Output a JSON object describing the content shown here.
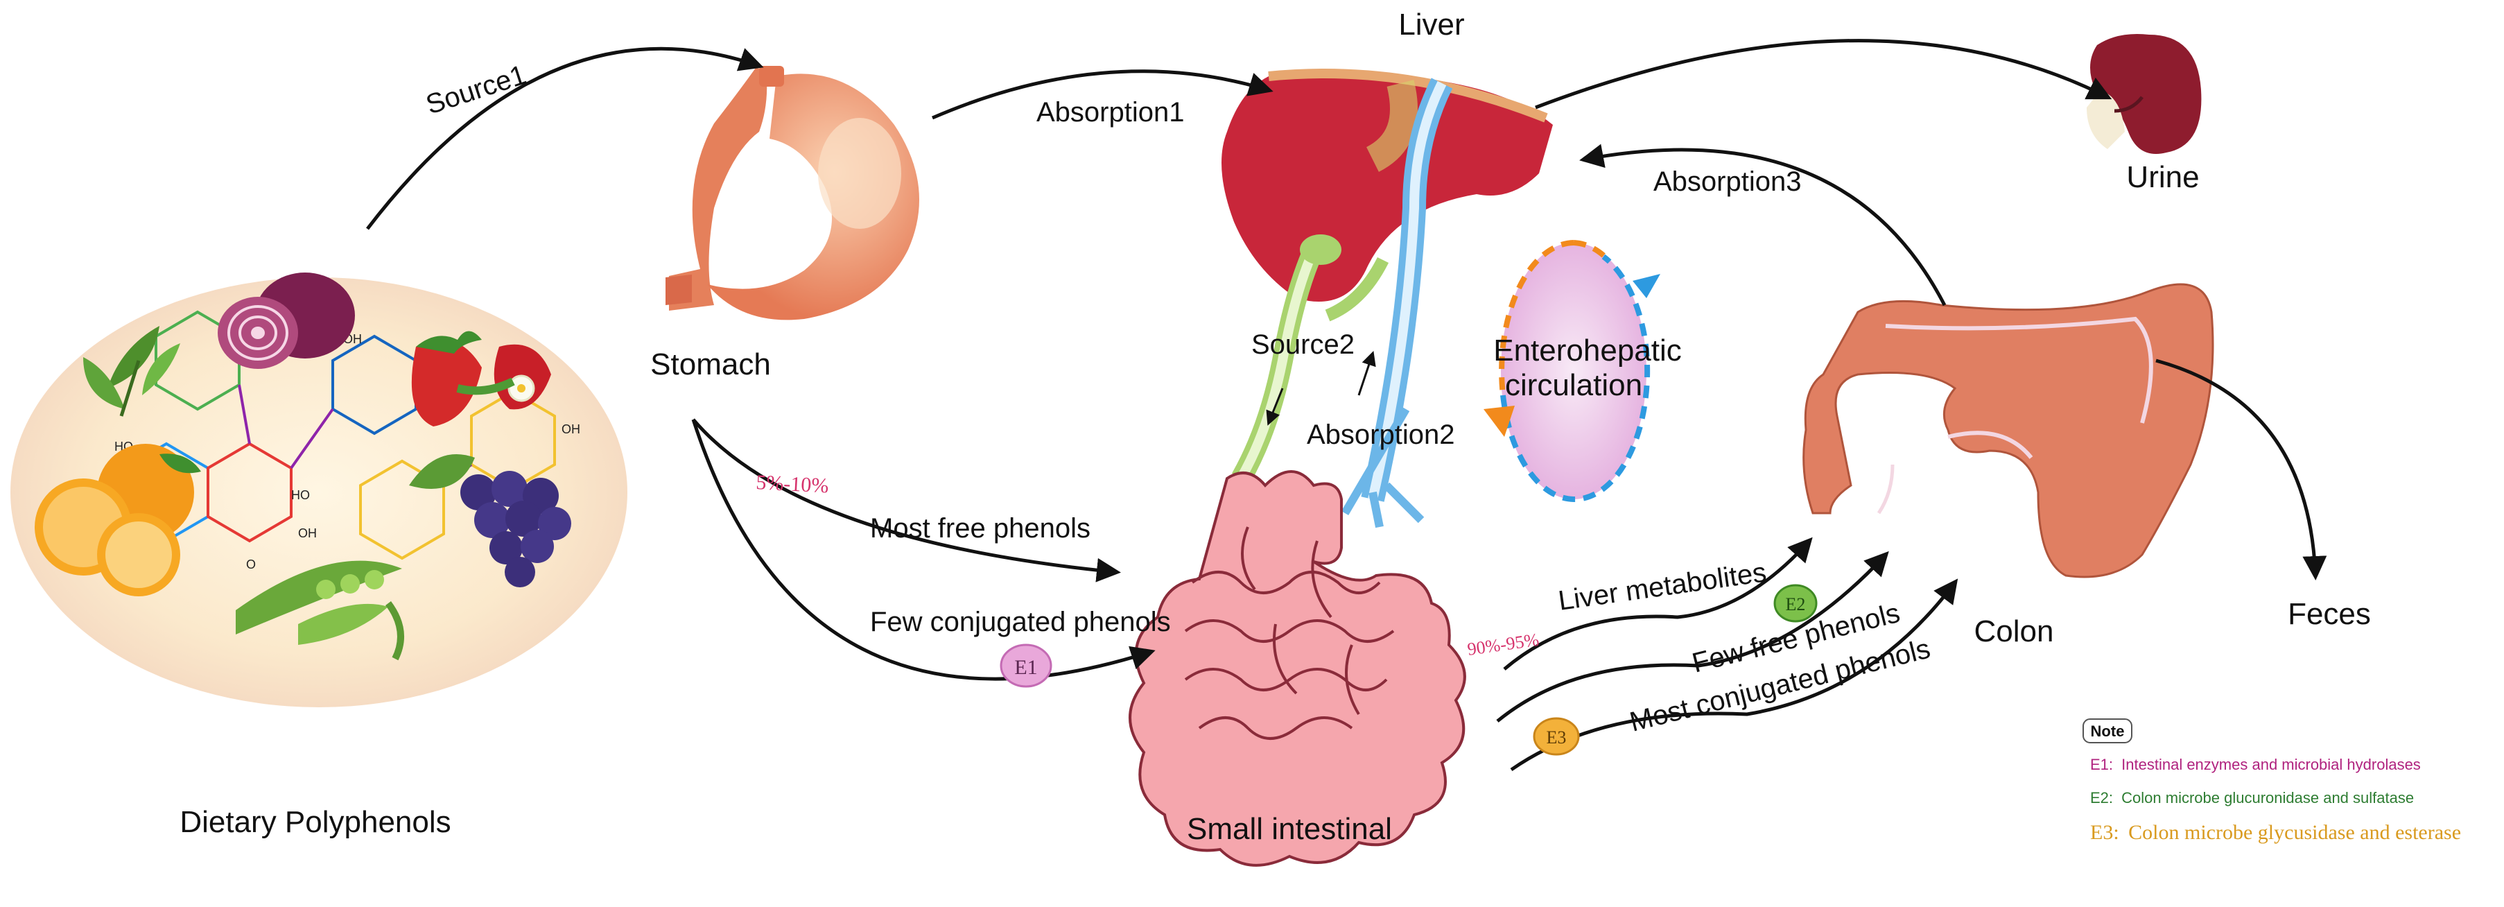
{
  "organs": {
    "liver": "Liver",
    "urine": "Urine",
    "stomach": "Stomach",
    "colon": "Colon",
    "feces": "Feces",
    "small_intestinal": "Small intestinal",
    "dietary_polyphenols": "Dietary Polyphenols"
  },
  "paths": {
    "source1": "Source1",
    "absorption1": "Absorption1",
    "absorption2": "Absorption2",
    "absorption3": "Absorption3",
    "source2": "Source2",
    "enterohepatic_line1": "Enterohepatic",
    "enterohepatic_line2": "circulation",
    "most_free_phenols": "Most free phenols",
    "few_conjugated_phenols": "Few conjugated phenols",
    "liver_metabolites": "Liver metabolites",
    "few_free_phenols": "Few free phenols",
    "most_conjugated_phenols": "Most conjugated phenols",
    "pct_5_10": "5%-10%",
    "pct_90_95": "90%-95%"
  },
  "enzymes": {
    "e1": "E1",
    "e2": "E2",
    "e3": "E3"
  },
  "note": {
    "title": "Note",
    "e1_label": "E1:",
    "e1_text": "Intestinal enzymes and microbial hydrolases",
    "e2_label": "E2:",
    "e2_text": "Colon microbe glucuronidase and sulfatase",
    "e3_label": "E3:",
    "e3_text": "Colon microbe glycusidase and esterase"
  },
  "molecule_labels": {
    "oh": "OH",
    "ho": "HO",
    "o": "O"
  },
  "colors": {
    "e1": "#b0237f",
    "e2": "#2e7d32",
    "e3": "#d99a1f",
    "percent": "#d6336c",
    "liver": "#c8263a",
    "intestine": "#f0a0a8",
    "colon": "#e07f62",
    "stomach": "#ec8a62"
  }
}
